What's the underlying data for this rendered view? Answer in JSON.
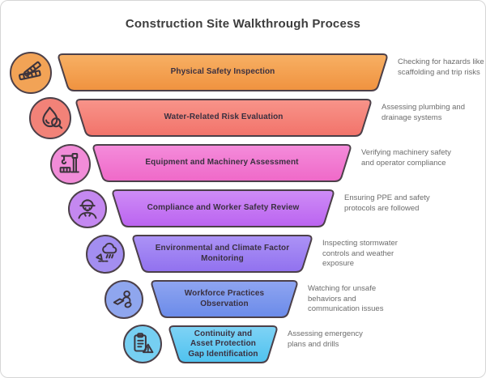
{
  "title": "Construction Site Walkthrough Process",
  "style": {
    "outline_color": "#4C4049",
    "label_color": "#3A3040",
    "desc_color": "#6C6C6C",
    "title_color": "#3D3D3D",
    "background": "#FFFFFF"
  },
  "funnel": {
    "stages": [
      {
        "label": "Physical Safety Inspection",
        "description": "Checking for hazards like scaffolding and trip risks",
        "icon": "scaffolding-icon",
        "colors": {
          "bar_top": "#F7B064",
          "bar_bottom": "#F0923F",
          "circle_fill": "#F2A356"
        }
      },
      {
        "label": "Water-Related Risk Evaluation",
        "description": "Assessing plumbing and drainage systems",
        "icon": "water-drop-magnifier-icon",
        "colors": {
          "bar_top": "#F8948A",
          "bar_bottom": "#F2736A",
          "circle_fill": "#F28278"
        }
      },
      {
        "label": "Equipment and Machinery Assessment",
        "description": "Verifying machinery safety and operator compliance",
        "icon": "crane-icon",
        "colors": {
          "bar_top": "#F48CDB",
          "bar_bottom": "#EF69C8",
          "circle_fill": "#F18CD8"
        }
      },
      {
        "label": "Compliance and Worker Safety Review",
        "description": "Ensuring PPE and safety protocols are followed",
        "icon": "construction-worker-icon",
        "colors": {
          "bar_top": "#CE8DF6",
          "bar_bottom": "#BB63F0",
          "circle_fill": "#C488F0"
        }
      },
      {
        "label": "Environmental and Climate Factor Monitoring",
        "description": "Inspecting stormwater controls and weather exposure",
        "icon": "rain-cloud-icon",
        "colors": {
          "bar_top": "#AC93F6",
          "bar_bottom": "#9171EF",
          "circle_fill": "#A38EF0"
        }
      },
      {
        "label": "Workforce Practices Observation",
        "description": "Watching for unsafe behaviors and communication issues",
        "icon": "team-observation-icon",
        "colors": {
          "bar_top": "#8FA5F1",
          "bar_bottom": "#6B8BE9",
          "circle_fill": "#8FA6EE"
        }
      },
      {
        "label": "Continuity and Asset Protection Gap Identification",
        "description": "Assessing emergency plans and drills",
        "icon": "clipboard-alert-icon",
        "colors": {
          "bar_top": "#7FD3F5",
          "bar_bottom": "#4FC2EF",
          "circle_fill": "#76CFF2"
        }
      }
    ]
  }
}
